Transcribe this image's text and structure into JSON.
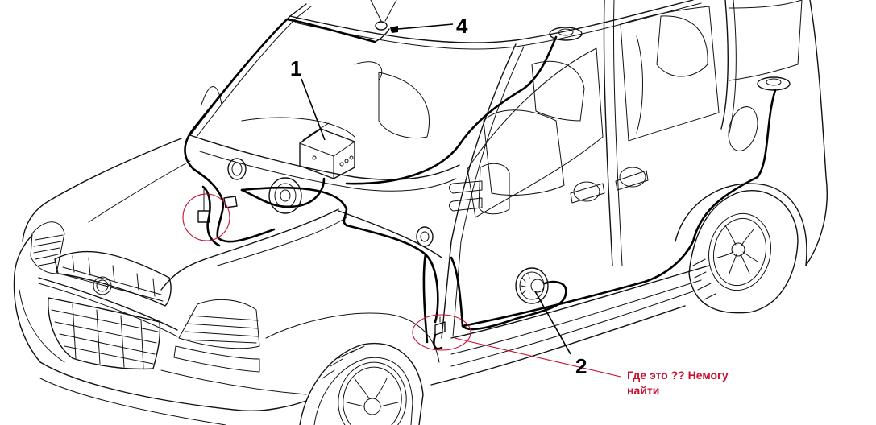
{
  "diagram": {
    "subject": "car-audio-wiring",
    "callouts": [
      {
        "id": "1",
        "label": "1",
        "component": "head-unit"
      },
      {
        "id": "2",
        "label": "2",
        "component": "door-speaker"
      },
      {
        "id": "4",
        "label": "4",
        "component": "antenna"
      }
    ],
    "annotation": {
      "line1": "Где это ?? Немогу",
      "line2": "найти",
      "color": "#c8102e"
    },
    "colors": {
      "line_art": "#111111",
      "wiring": "#000000",
      "highlight": "#c8102e",
      "background": "#ffffff"
    }
  }
}
